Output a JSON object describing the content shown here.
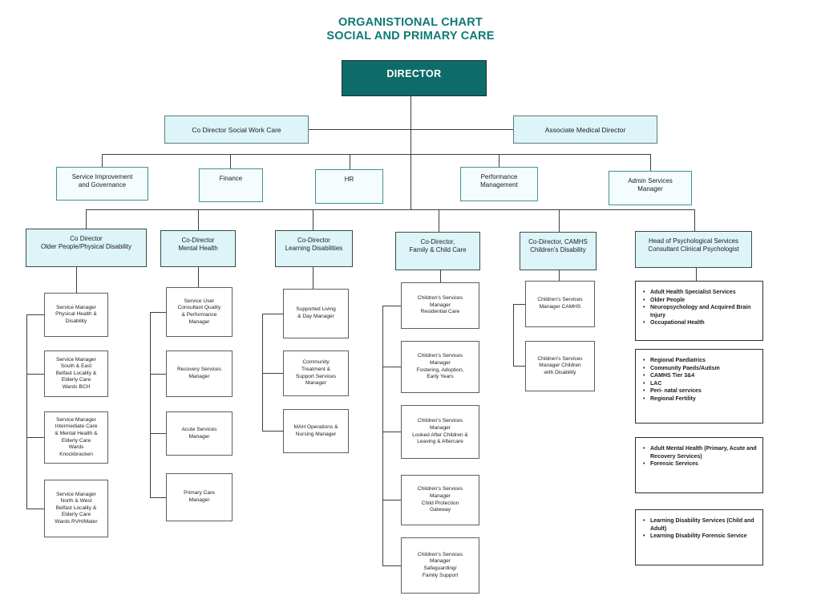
{
  "title": {
    "text": "ORGANISTIONAL CHART\nSOCIAL AND PRIMARY CARE"
  },
  "colors": {
    "title_teal": "#0c7a76",
    "director_fill": "#0d6c69",
    "light_cyan_fill": "#ddf4f8",
    "teal_border": "#3f9391",
    "connector_line": "#3f3f3f"
  },
  "director": {
    "label": "DIRECTOR"
  },
  "level2": [
    {
      "label": "Co Director Social Work Care"
    },
    {
      "label": "Associate Medical Director"
    }
  ],
  "level3": [
    {
      "label": "Service Improvement\nand Governance"
    },
    {
      "label": "Finance"
    },
    {
      "label": "HR"
    },
    {
      "label": "Performance\nManagement"
    },
    {
      "label": "Admin Services\nManager"
    }
  ],
  "level4": [
    {
      "label": "Co Director\nOlder People/Physical Disability"
    },
    {
      "label": "Co-Director\nMental Health"
    },
    {
      "label": "Co-Director\nLearning Disabilities"
    },
    {
      "label": "Co-Director,\nFamily & Child Care"
    },
    {
      "label": "Co-Director, CAMHS\nChildren's Disability"
    },
    {
      "label": "Head of Psychological Services\nConsultant Clinical Psychologist"
    }
  ],
  "columns": {
    "older_people": [
      {
        "label": "Service Manager\nPhysical Health  &\nDisability"
      },
      {
        "label": "Service Manager\nSouth & East\nBelfast Locality  &\nElderly Care\nWards BCH"
      },
      {
        "label": "Service Manager\nIntermediate Care\n& Mental Health  &\nElderly Care\nWards\nKnockbracken"
      },
      {
        "label": "Service Manager\nNorth & West\nBelfast Locality  &\nElderly Care\nWards RVH/Mater"
      }
    ],
    "mental_health": [
      {
        "label": "Service User\nConsultant Quality\n& Performance\nManager"
      },
      {
        "label": "Recovery Services\nManager"
      },
      {
        "label": "Acute Services\nManager"
      },
      {
        "label": "Primary Care\nManager"
      }
    ],
    "learning_disabilities": [
      {
        "label": "Supported Living\n& Day Manager"
      },
      {
        "label": "Community\nTreatment &\nSupport Services\nManager"
      },
      {
        "label": "MAH Operations &\nNursing Manager"
      }
    ],
    "family_child_care": [
      {
        "label": "Children's Services\nManager\nResidential Care"
      },
      {
        "label": "Children's Services\nManager\nFostering, Adoption,\nEarly Years"
      },
      {
        "label": "Children's Services\nManager\nLooked After Children &\nLeaving & Aftercare"
      },
      {
        "label": "Children's Services\nManager\nChild Protection\nGateway"
      },
      {
        "label": "Children's Services\nManager\nSafeguarding/\nFamily Support"
      }
    ],
    "camhs": [
      {
        "label": "Children's Services\nManager CAMHS"
      },
      {
        "label": "Children's Services\nManager Children\nwith Disability"
      }
    ],
    "psych_services": [
      {
        "items": [
          "Adult Health Specialist Services",
          "Older People",
          "Neuropsychology and Acquired Brain Injury",
          "Occupational Health"
        ]
      },
      {
        "items": [
          "Regional Paediatrics",
          "Community Paeds/Autism",
          "CAMHS  Tier 3&4",
          "LAC",
          "Peri- natal services",
          "Regional Fertility"
        ]
      },
      {
        "items": [
          "Adult Mental Health (Primary, Acute and  Recovery Services)",
          "Forensic Services"
        ]
      },
      {
        "items": [
          "Learning Disability Services (Child and Adult)",
          "Learning Disability Forensic Service"
        ]
      }
    ]
  }
}
